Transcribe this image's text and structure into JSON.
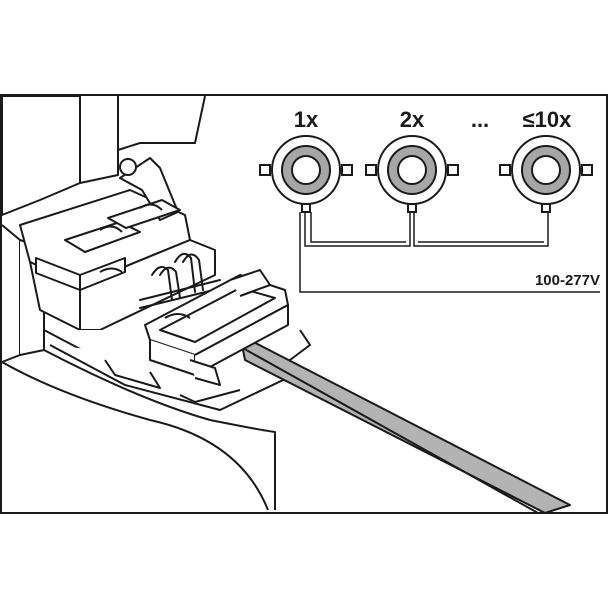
{
  "labels": {
    "count_1": "1x",
    "count_2": "2x",
    "ellipsis": "...",
    "count_max": "≤10x",
    "voltage": "100-277V"
  },
  "colors": {
    "line": "#1a1a1a",
    "ring": "#a6a6a6",
    "cable": "#b3b3b3",
    "background": "#ffffff"
  },
  "icons": [
    "downlight-icon",
    "connector-icon",
    "cable-icon"
  ]
}
